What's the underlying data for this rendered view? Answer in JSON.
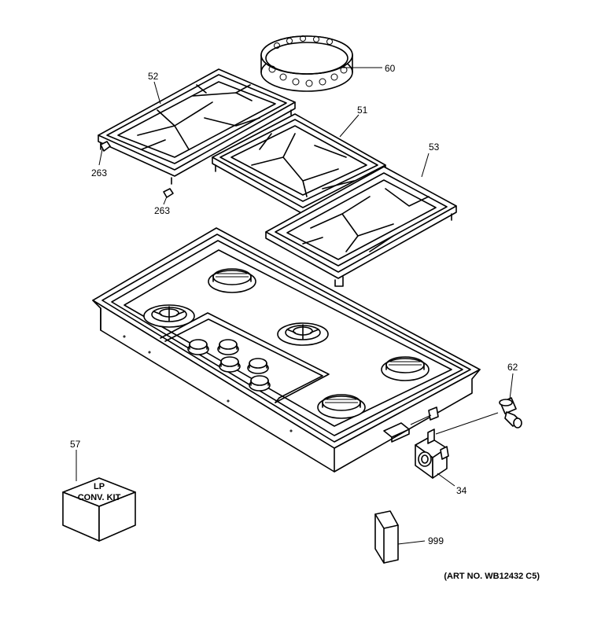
{
  "parts": [
    {
      "id": "p52",
      "number": "52",
      "name": "left-grate"
    },
    {
      "id": "p51",
      "number": "51",
      "name": "center-grate"
    },
    {
      "id": "p53",
      "number": "53",
      "name": "right-grate"
    },
    {
      "id": "p60",
      "number": "60",
      "name": "wok-ring"
    },
    {
      "id": "p263a",
      "number": "263",
      "name": "grate-foot-1"
    },
    {
      "id": "p263b",
      "number": "263",
      "name": "grate-foot-2"
    },
    {
      "id": "p62",
      "number": "62",
      "name": "elbow-fitting"
    },
    {
      "id": "p34",
      "number": "34",
      "name": "pressure-regulator"
    },
    {
      "id": "p57",
      "number": "57",
      "name": "lp-conversion-kit"
    },
    {
      "id": "p999",
      "number": "999",
      "name": "literature-packet"
    }
  ],
  "kit_box": {
    "line1": "LP",
    "line2": "CONV. KIT"
  },
  "art_number": "(ART NO. WB12432 C5)"
}
